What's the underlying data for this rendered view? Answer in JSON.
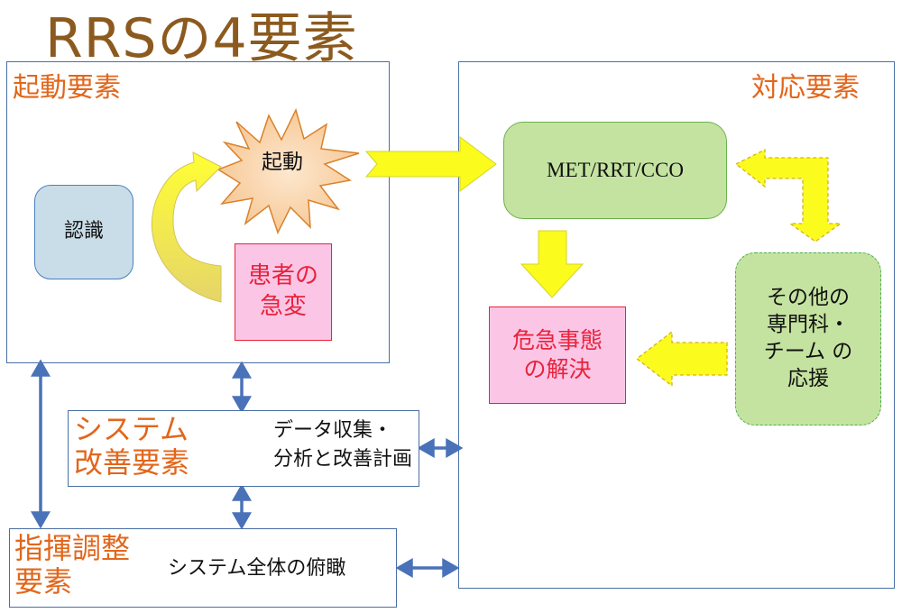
{
  "title": "RRSの4要素",
  "trigger_panel": {
    "heading": "起動要素"
  },
  "response_panel": {
    "heading": "対応要素"
  },
  "nodes": {
    "recognition": "認識",
    "activation": "起動",
    "patient_change": [
      "患者の",
      "急変"
    ],
    "met": "MET/RRT/CCO",
    "resolution": [
      "危急事態",
      "の解決"
    ],
    "support": [
      "その他の",
      "専門科・",
      "チーム の",
      "応援"
    ]
  },
  "improvement": {
    "heading": [
      "システム",
      "改善要素"
    ],
    "desc": [
      "データ収集・",
      "分析と改善計画"
    ]
  },
  "command": {
    "heading": [
      "指揮調整",
      "要素"
    ],
    "desc": "システム全体の俯瞰"
  },
  "colors": {
    "panel_border": "#4a6fa5",
    "heading_orange": "#e2661b",
    "title_brown": "#8c5a1e",
    "yellow_arrow": "#fbfb1e",
    "blue_arrow": "#4a72b8",
    "met_fill": "#c5e3a0",
    "recognition_fill": "#c9dde8",
    "pink_fill": "#fbc5e6"
  }
}
